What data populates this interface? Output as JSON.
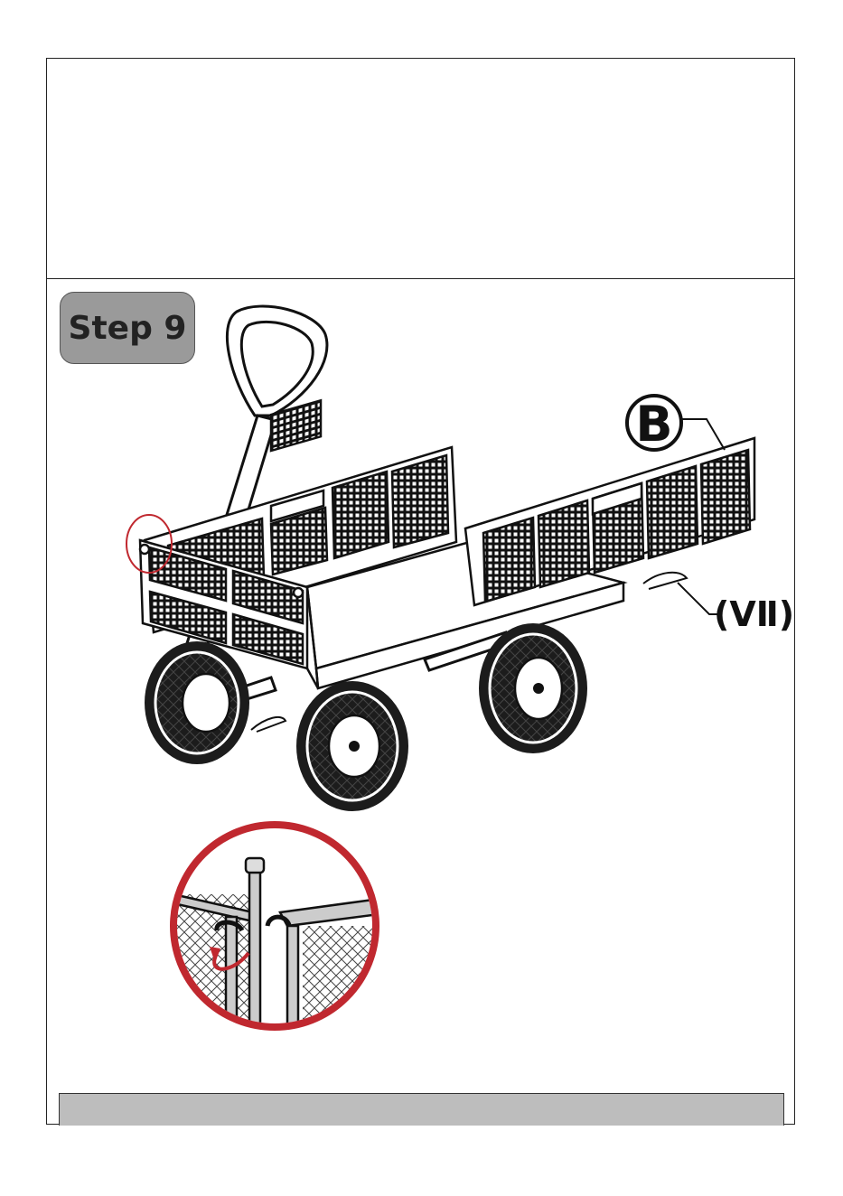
{
  "step": {
    "label": "Step 9"
  },
  "parts": {
    "panel_label": "B",
    "pin_label": "(VⅡ)"
  },
  "colors": {
    "badge": "#9a9a9a",
    "detail_ring": "#c0282f",
    "bar": "#bdbdbd",
    "arrow": "#c0282f"
  }
}
